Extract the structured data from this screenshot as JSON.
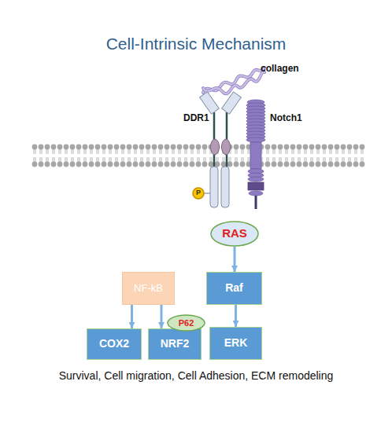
{
  "diagram": {
    "title": "Cell-Intrinsic Mechanism",
    "caption": "Survival, Cell migration, Cell Adhesion, ECM remodeling",
    "nodes": [
      {
        "text": [
          "P"
        ]
      },
      {
        "text": [
          "RAS"
        ]
      },
      {
        "text": [
          "NF-kB"
        ]
      },
      {
        "text": [
          "Raf"
        ]
      },
      {
        "text": [
          "P62"
        ]
      },
      {
        "text": [
          "COX2"
        ]
      },
      {
        "text": [
          "NRF2"
        ]
      },
      {
        "text": [
          "ERK"
        ]
      }
    ],
    "edges": [
      {
        "from": 1,
        "to": 3,
        "arrow": "to"
      },
      {
        "from": 3,
        "to": 7,
        "arrow": "to"
      },
      {
        "from": 2,
        "to": 5,
        "arrow": "to"
      },
      {
        "from": 2,
        "to": 6,
        "arrow": "to"
      }
    ],
    "labels": [
      "collagen",
      "DDR1",
      "Notch1"
    ]
  }
}
